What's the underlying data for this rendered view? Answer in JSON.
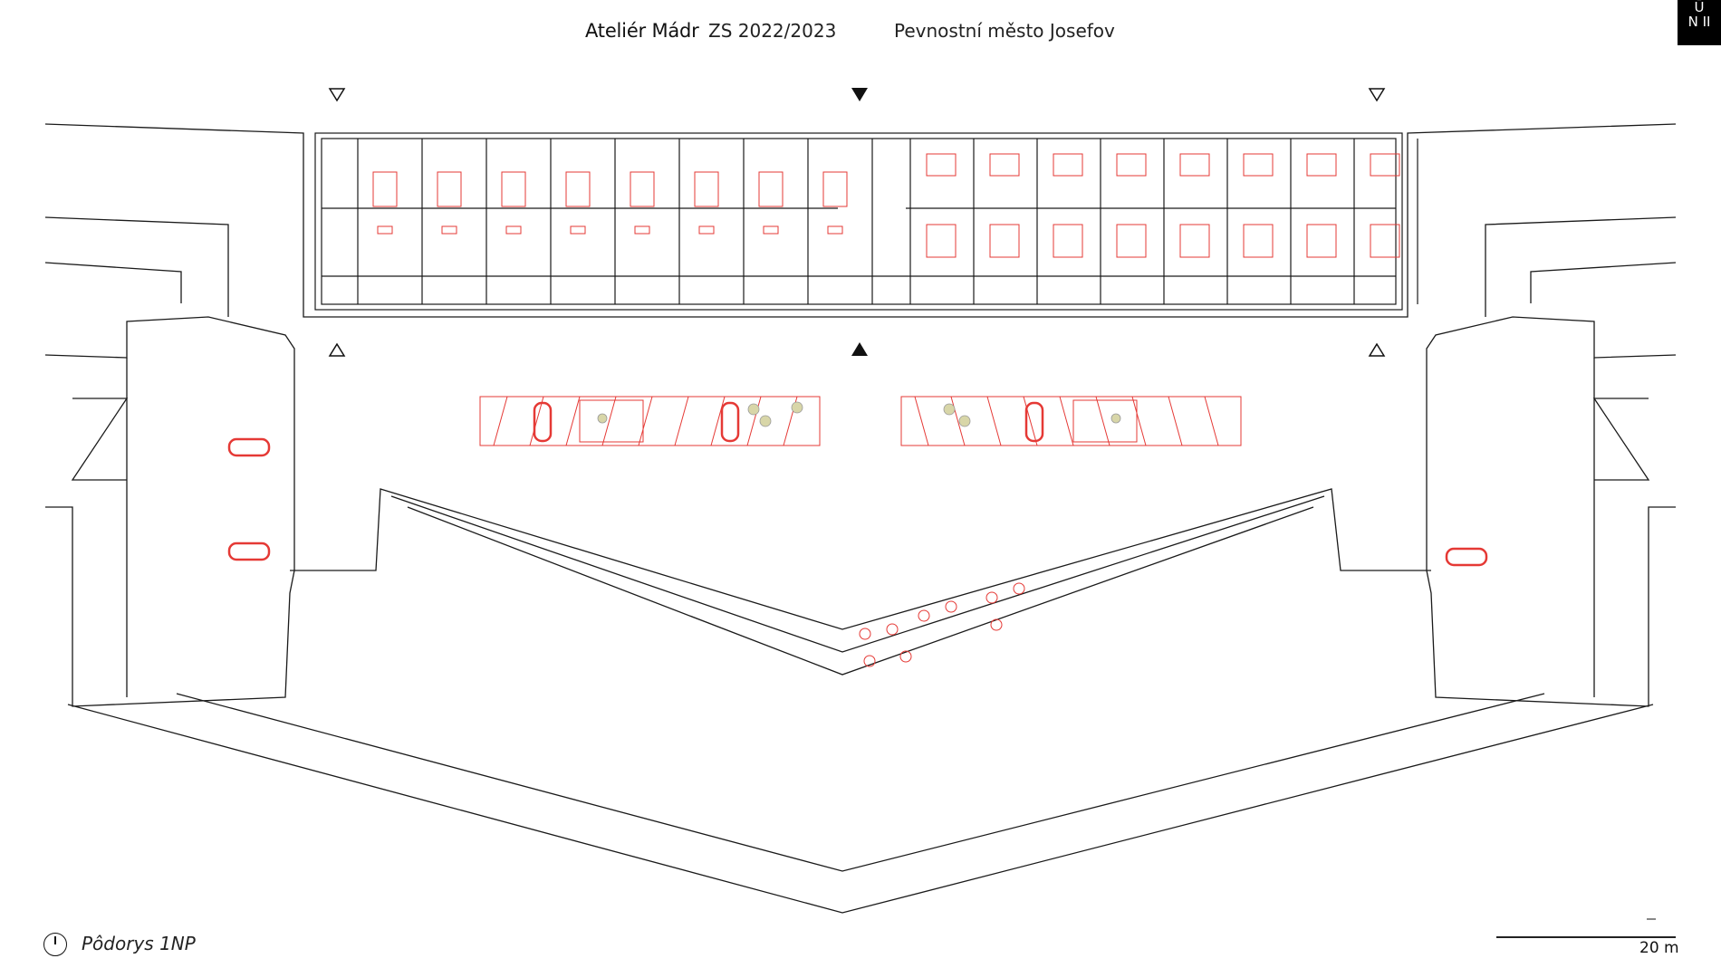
{
  "header": {
    "studio": "Ateliér Mádr",
    "semester": "ZS 2022/2023",
    "project": "Pevnostní město Josefov"
  },
  "logo": {
    "line1": "Ū",
    "line2": "N II"
  },
  "caption": "Pôdorys 1NP",
  "scale": {
    "label": "20 m"
  },
  "colors": {
    "lines": "#1a1a1a",
    "accent": "#e53935",
    "background": "#ffffff"
  },
  "icons": [
    "north-arrow-icon",
    "section-marker-icon",
    "car-icon",
    "tree-icon"
  ]
}
